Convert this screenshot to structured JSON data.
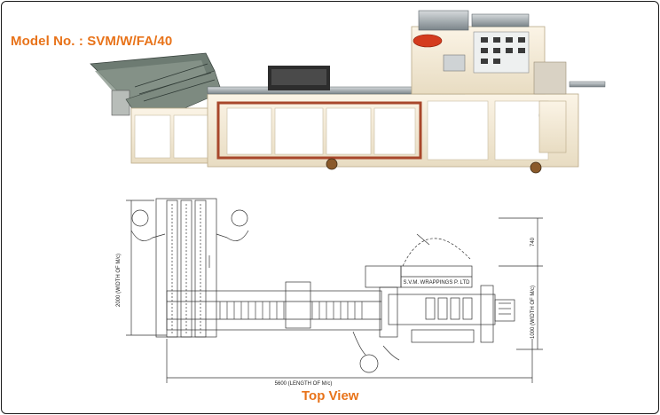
{
  "title": "Model No. : SVM/W/FA/40",
  "caption": "Top View",
  "drawing": {
    "width_label": "2000 (WIDTH OF M/c)",
    "length_label": "5600 (LENGTH OF M/c)",
    "right_width_label": "1000 (WIDTH OF M/c)",
    "right_top_dim": "740",
    "plate_text": "S.V.M. WRAPPINGS P. LTD"
  },
  "colors": {
    "title": "#e8731a",
    "machine_body": "#f3ead7",
    "machine_trim": "#c8a27a",
    "steel": "#9aa3a8",
    "red_strip": "#a8472b"
  }
}
